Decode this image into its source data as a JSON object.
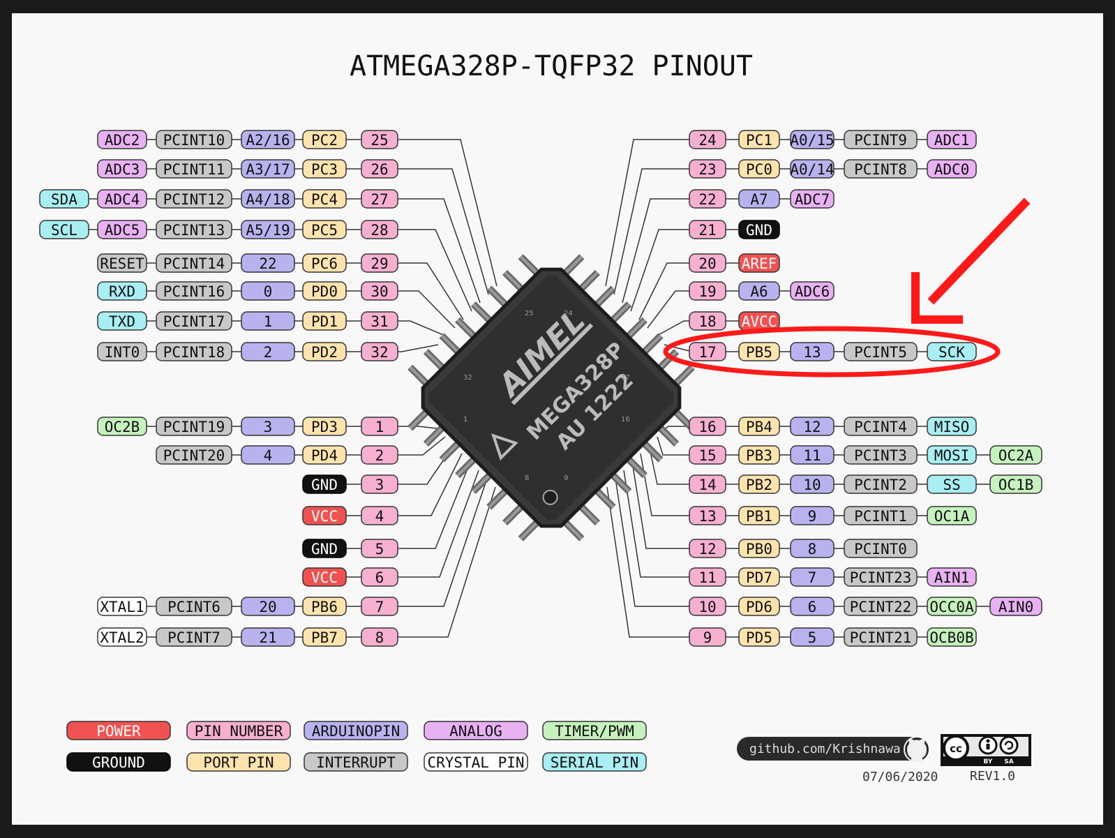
{
  "title": "ATMEGA328P-TQFP32 PINOUT",
  "chip": {
    "brand": "AIMEL",
    "part": "MEGA328P",
    "code": "AU 1222",
    "corner_numbers": [
      "25",
      "24",
      "32",
      "17",
      "1",
      "16",
      "8",
      "9"
    ]
  },
  "colors": {
    "power": "#f05252",
    "ground": "#111111",
    "pin": "#f7b0cf",
    "port": "#fde3ad",
    "arduino": "#b8b3ef",
    "analog": "#e7b1f2",
    "interrupt": "#c8c8c8",
    "timer": "#c6f2bd",
    "serial": "#a8eef2",
    "crystal": "#ffffff",
    "annotation": "#ff1a1a"
  },
  "left_rows": [
    {
      "pins": [
        [
          "ADC2",
          "analog"
        ],
        [
          "PCINT10",
          "interrupt"
        ],
        [
          "A2/16",
          "arduino"
        ],
        [
          "PC2",
          "port"
        ],
        [
          "25",
          "pin"
        ]
      ]
    },
    {
      "pins": [
        [
          "ADC3",
          "analog"
        ],
        [
          "PCINT11",
          "interrupt"
        ],
        [
          "A3/17",
          "arduino"
        ],
        [
          "PC3",
          "port"
        ],
        [
          "26",
          "pin"
        ]
      ]
    },
    {
      "pins": [
        [
          "SDA",
          "serial"
        ],
        [
          "ADC4",
          "analog"
        ],
        [
          "PCINT12",
          "interrupt"
        ],
        [
          "A4/18",
          "arduino"
        ],
        [
          "PC4",
          "port"
        ],
        [
          "27",
          "pin"
        ]
      ]
    },
    {
      "pins": [
        [
          "SCL",
          "serial"
        ],
        [
          "ADC5",
          "analog"
        ],
        [
          "PCINT13",
          "interrupt"
        ],
        [
          "A5/19",
          "arduino"
        ],
        [
          "PC5",
          "port"
        ],
        [
          "28",
          "pin"
        ]
      ]
    },
    {
      "pins": [
        [
          "RESET",
          "interrupt"
        ],
        [
          "PCINT14",
          "interrupt"
        ],
        [
          "22",
          "arduino"
        ],
        [
          "PC6",
          "port"
        ],
        [
          "29",
          "pin"
        ]
      ]
    },
    {
      "pins": [
        [
          "RXD",
          "serial"
        ],
        [
          "PCINT16",
          "interrupt"
        ],
        [
          "0",
          "arduino"
        ],
        [
          "PD0",
          "port"
        ],
        [
          "30",
          "pin"
        ]
      ]
    },
    {
      "pins": [
        [
          "TXD",
          "serial"
        ],
        [
          "PCINT17",
          "interrupt"
        ],
        [
          "1",
          "arduino"
        ],
        [
          "PD1",
          "port"
        ],
        [
          "31",
          "pin"
        ]
      ]
    },
    {
      "pins": [
        [
          "INT0",
          "interrupt"
        ],
        [
          "PCINT18",
          "interrupt"
        ],
        [
          "2",
          "arduino"
        ],
        [
          "PD2",
          "port"
        ],
        [
          "32",
          "pin"
        ]
      ]
    },
    {
      "pins": [
        [
          "OC2B",
          "timer"
        ],
        [
          "PCINT19",
          "interrupt"
        ],
        [
          "3",
          "arduino"
        ],
        [
          "PD3",
          "port"
        ],
        [
          "1",
          "pin"
        ]
      ]
    },
    {
      "pins": [
        [
          "PCINT20",
          "interrupt"
        ],
        [
          "4",
          "arduino"
        ],
        [
          "PD4",
          "port"
        ],
        [
          "2",
          "pin"
        ]
      ]
    },
    {
      "pins": [
        [
          "GND",
          "ground"
        ],
        [
          "3",
          "pin"
        ]
      ]
    },
    {
      "pins": [
        [
          "VCC",
          "power"
        ],
        [
          "4",
          "pin"
        ]
      ]
    },
    {
      "pins": [
        [
          "GND",
          "ground"
        ],
        [
          "5",
          "pin"
        ]
      ]
    },
    {
      "pins": [
        [
          "VCC",
          "power"
        ],
        [
          "6",
          "pin"
        ]
      ]
    },
    {
      "pins": [
        [
          "XTAL1",
          "crystal"
        ],
        [
          "PCINT6",
          "interrupt"
        ],
        [
          "20",
          "arduino"
        ],
        [
          "PB6",
          "port"
        ],
        [
          "7",
          "pin"
        ]
      ]
    },
    {
      "pins": [
        [
          "XTAL2",
          "crystal"
        ],
        [
          "PCINT7",
          "interrupt"
        ],
        [
          "21",
          "arduino"
        ],
        [
          "PB7",
          "port"
        ],
        [
          "8",
          "pin"
        ]
      ]
    }
  ],
  "right_rows": [
    {
      "pins": [
        [
          "24",
          "pin"
        ],
        [
          "PC1",
          "port"
        ],
        [
          "A0/15",
          "arduino"
        ],
        [
          "PCINT9",
          "interrupt"
        ],
        [
          "ADC1",
          "analog"
        ]
      ]
    },
    {
      "pins": [
        [
          "23",
          "pin"
        ],
        [
          "PC0",
          "port"
        ],
        [
          "A0/14",
          "arduino"
        ],
        [
          "PCINT8",
          "interrupt"
        ],
        [
          "ADC0",
          "analog"
        ]
      ]
    },
    {
      "pins": [
        [
          "22",
          "pin"
        ],
        [
          "A7",
          "arduino"
        ],
        [
          "ADC7",
          "analog"
        ]
      ]
    },
    {
      "pins": [
        [
          "21",
          "pin"
        ],
        [
          "GND",
          "ground"
        ]
      ]
    },
    {
      "pins": [
        [
          "20",
          "pin"
        ],
        [
          "AREF",
          "power"
        ]
      ]
    },
    {
      "pins": [
        [
          "19",
          "pin"
        ],
        [
          "A6",
          "arduino"
        ],
        [
          "ADC6",
          "analog"
        ]
      ]
    },
    {
      "pins": [
        [
          "18",
          "pin"
        ],
        [
          "AVCC",
          "power"
        ]
      ]
    },
    {
      "pins": [
        [
          "17",
          "pin"
        ],
        [
          "PB5",
          "port"
        ],
        [
          "13",
          "arduino"
        ],
        [
          "PCINT5",
          "interrupt"
        ],
        [
          "SCK",
          "serial"
        ]
      ]
    },
    {
      "pins": [
        [
          "16",
          "pin"
        ],
        [
          "PB4",
          "port"
        ],
        [
          "12",
          "arduino"
        ],
        [
          "PCINT4",
          "interrupt"
        ],
        [
          "MISO",
          "serial"
        ]
      ]
    },
    {
      "pins": [
        [
          "15",
          "pin"
        ],
        [
          "PB3",
          "port"
        ],
        [
          "11",
          "arduino"
        ],
        [
          "PCINT3",
          "interrupt"
        ],
        [
          "MOSI",
          "serial"
        ],
        [
          "OC2A",
          "timer"
        ]
      ]
    },
    {
      "pins": [
        [
          "14",
          "pin"
        ],
        [
          "PB2",
          "port"
        ],
        [
          "10",
          "arduino"
        ],
        [
          "PCINT2",
          "interrupt"
        ],
        [
          "SS",
          "serial"
        ],
        [
          "OC1B",
          "timer"
        ]
      ]
    },
    {
      "pins": [
        [
          "13",
          "pin"
        ],
        [
          "PB1",
          "port"
        ],
        [
          "9",
          "arduino"
        ],
        [
          "PCINT1",
          "interrupt"
        ],
        [
          "OC1A",
          "timer"
        ]
      ]
    },
    {
      "pins": [
        [
          "12",
          "pin"
        ],
        [
          "PB0",
          "port"
        ],
        [
          "8",
          "arduino"
        ],
        [
          "PCINT0",
          "interrupt"
        ]
      ]
    },
    {
      "pins": [
        [
          "11",
          "pin"
        ],
        [
          "PD7",
          "port"
        ],
        [
          "7",
          "arduino"
        ],
        [
          "PCINT23",
          "interrupt"
        ],
        [
          "AIN1",
          "analog"
        ]
      ]
    },
    {
      "pins": [
        [
          "10",
          "pin"
        ],
        [
          "PD6",
          "port"
        ],
        [
          "6",
          "arduino"
        ],
        [
          "PCINT22",
          "interrupt"
        ],
        [
          "OCC0A",
          "timer"
        ],
        [
          "AIN0",
          "analog"
        ]
      ]
    },
    {
      "pins": [
        [
          "9",
          "pin"
        ],
        [
          "PD5",
          "port"
        ],
        [
          "5",
          "arduino"
        ],
        [
          "PCINT21",
          "interrupt"
        ],
        [
          "OCB0B",
          "timer"
        ]
      ]
    }
  ],
  "legend": [
    [
      "POWER",
      "power"
    ],
    [
      "PIN NUMBER",
      "pin"
    ],
    [
      "ARDUINOPIN",
      "arduino"
    ],
    [
      "ANALOG",
      "analog"
    ],
    [
      "TIMER/PWM",
      "timer"
    ],
    [
      "GROUND",
      "ground"
    ],
    [
      "PORT PIN",
      "port"
    ],
    [
      "INTERRUPT",
      "interrupt"
    ],
    [
      "CRYSTAL PIN",
      "crystal"
    ],
    [
      "SERIAL PIN",
      "serial"
    ]
  ],
  "footer": {
    "github": "github.com/Krishnawa",
    "github_icon": "github-icon",
    "license": "cc-by-sa-icon",
    "license_cc": "cc",
    "license_by": "BY",
    "license_sa": "SA",
    "date": "07/06/2020",
    "revision": "REV1.0"
  }
}
